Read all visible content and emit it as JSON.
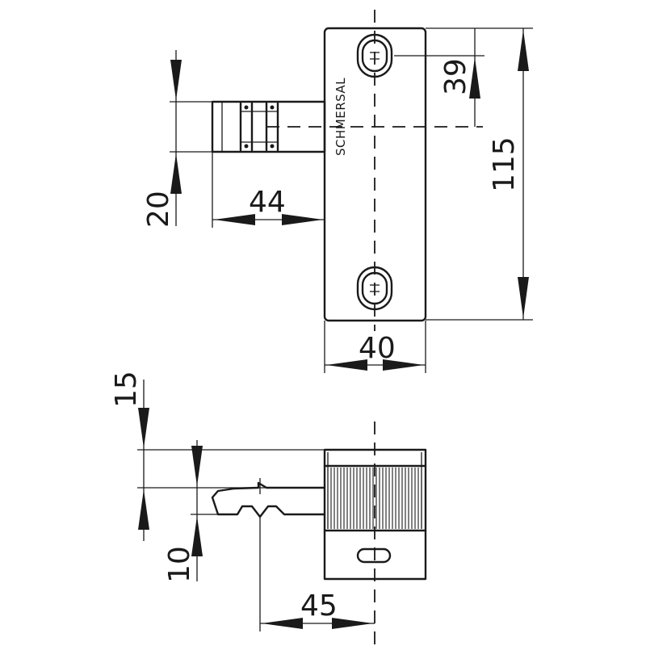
{
  "brand": "SCHMERSAL",
  "dimensions": {
    "top_height": "115",
    "hole_spacing": "39",
    "actuator_width": "20",
    "actuator_length": "44",
    "body_width": "40",
    "side_top": "15",
    "side_bottom": "10",
    "side_length": "45"
  }
}
